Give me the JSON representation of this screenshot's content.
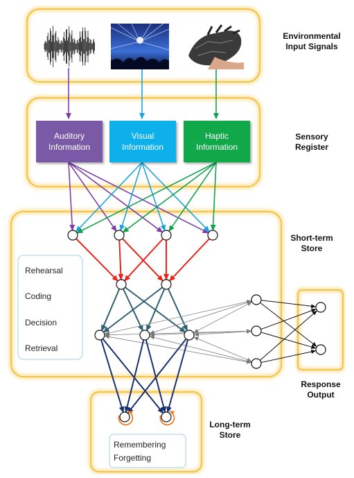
{
  "labels": {
    "environmental": "Environmental\nInput Signals",
    "sensory": "Sensory\nRegister",
    "short_term": "Short-term\nStore",
    "response": "Response\nOutput",
    "long_term": "Long-term\nStore"
  },
  "sensory_boxes": [
    {
      "text": "Auditory\nInformation",
      "color": "#7a5aa6"
    },
    {
      "text": "Visual\nInformation",
      "color": "#0db0eb"
    },
    {
      "text": "Haptic\nInformation",
      "color": "#11a84a"
    }
  ],
  "processes": [
    "Rehearsal",
    "Coding",
    "Decision",
    "Retrieval"
  ],
  "memory_processes": [
    "Remembering",
    "Forgetting"
  ],
  "images": [
    "audio-waveform",
    "visual-scene",
    "haptic-glove"
  ],
  "colors": {
    "frame": "#f2b82f",
    "frame_glow": "#fbe4a6",
    "auditory": "#7a3fa6",
    "visual": "#1aa3de",
    "haptic": "#14a04c",
    "red": "#e8261c",
    "teal": "#2f6070",
    "navy": "#172f6e",
    "loop": "#f07a24"
  }
}
